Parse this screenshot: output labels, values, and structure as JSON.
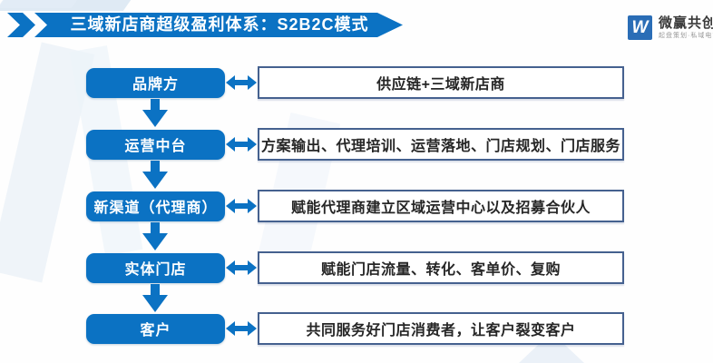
{
  "title": {
    "text": "三域新店商超级盈利体系：S2B2C模式"
  },
  "logo": {
    "monogram": "W",
    "name": "微赢共创",
    "tagline": "起盘策划·私域电商"
  },
  "colors": {
    "primary_blue": "#0b72c3",
    "detail_box_border": "#45618f",
    "logo_square": "#2a6db6"
  },
  "flow": {
    "rows": [
      {
        "stage": "品牌方",
        "detail": "供应链+三域新店商"
      },
      {
        "stage": "运营中台",
        "detail": "方案输出、代理培训、运营落地、门店规划、门店服务"
      },
      {
        "stage": "新渠道（代理商）",
        "detail": "赋能代理商建立区域运营中心以及招募合伙人"
      },
      {
        "stage": "实体门店",
        "detail": "赋能门店流量、转化、客单价、复购"
      },
      {
        "stage": "客户",
        "detail": "共同服务好门店消费者，让客户裂变客户"
      }
    ]
  }
}
